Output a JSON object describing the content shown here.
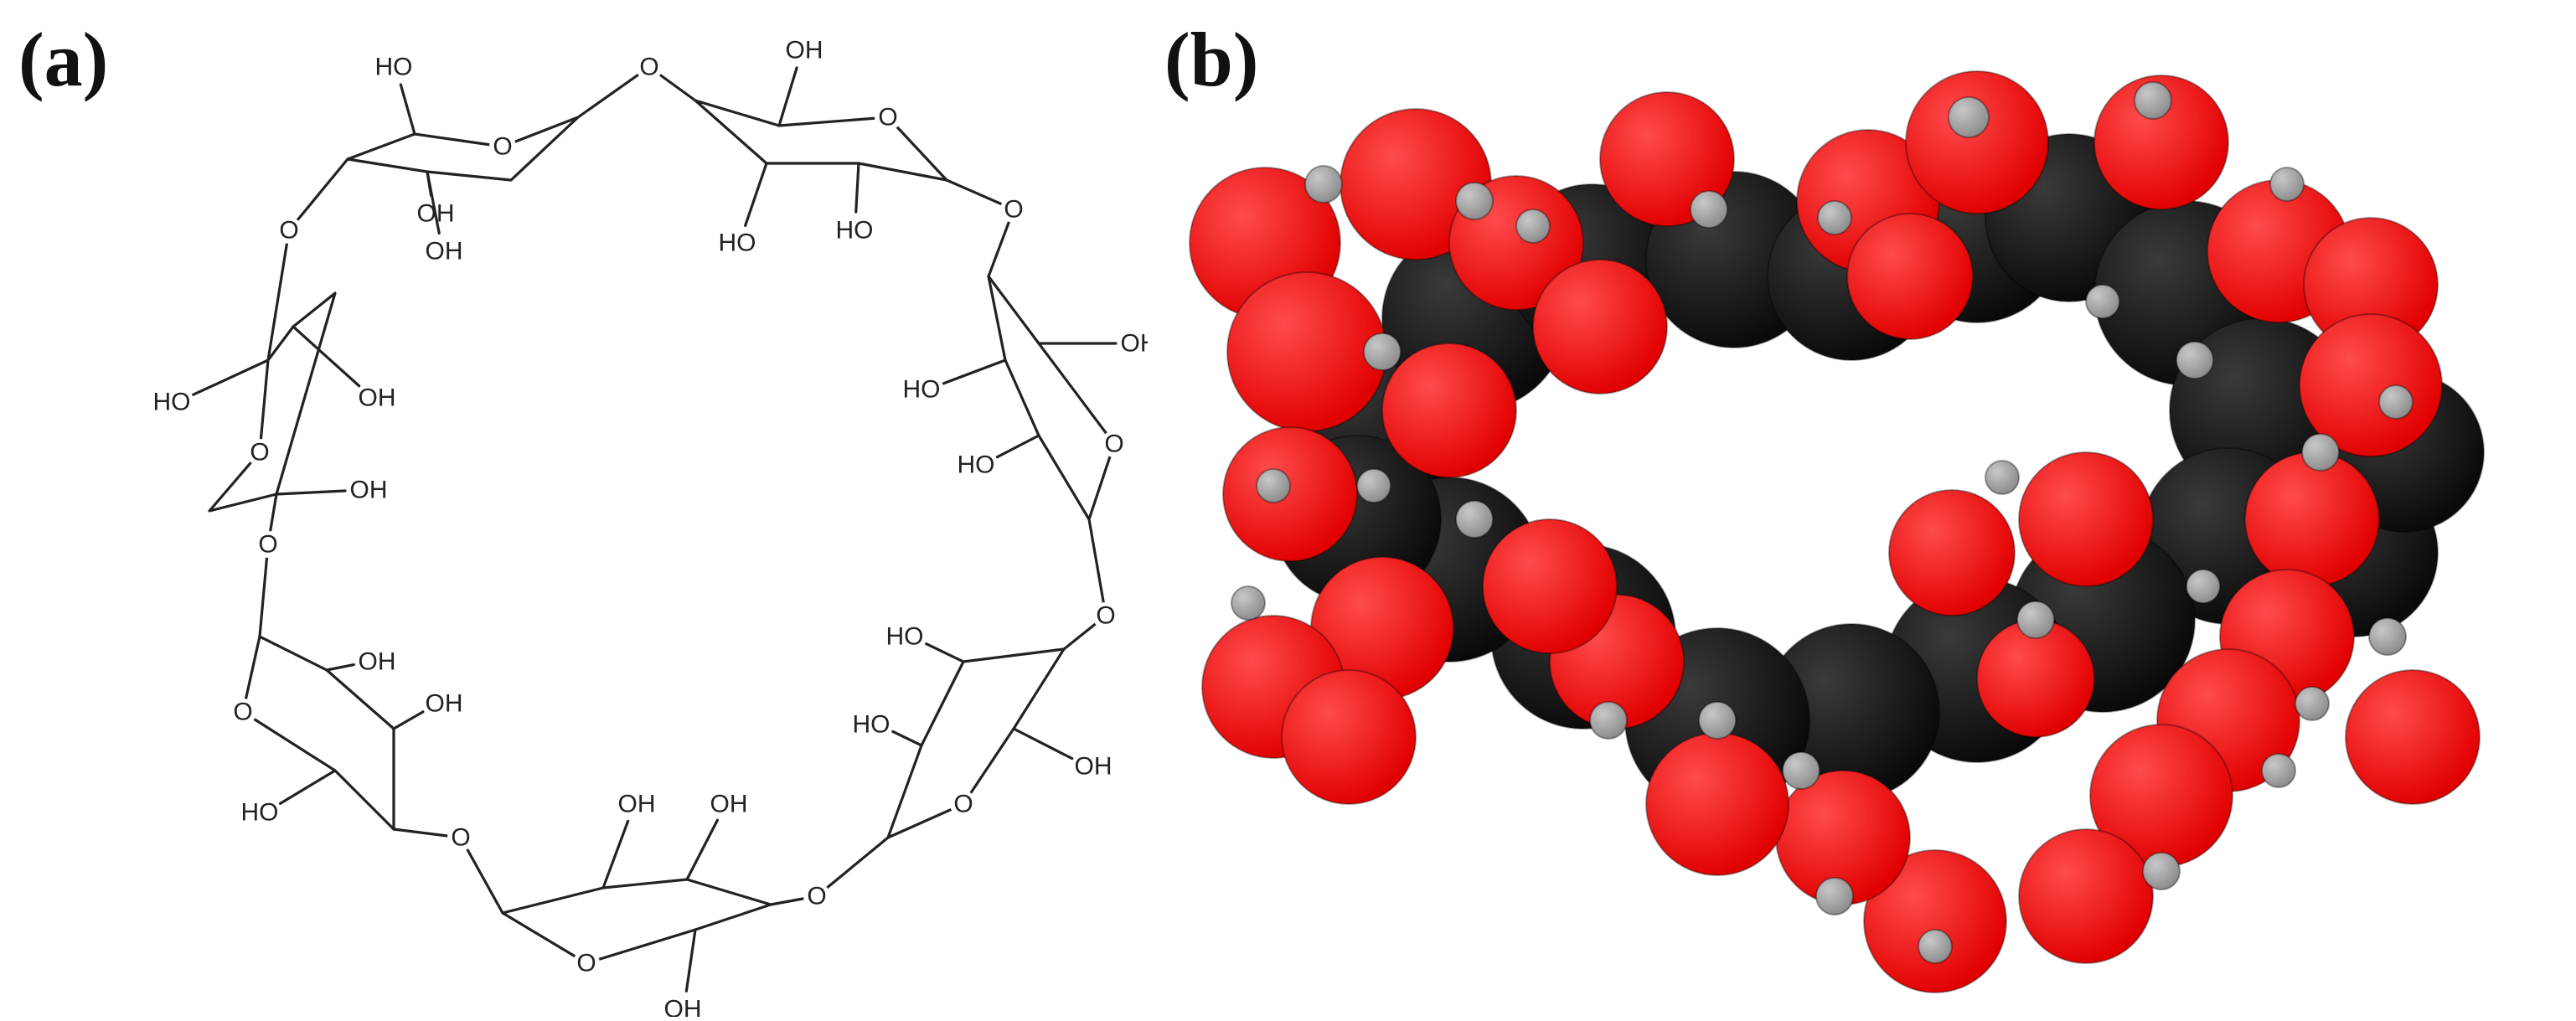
{
  "panel_a": {
    "label": "(a)",
    "ring_oxygen_symbol": "O",
    "hydroxyl_labels": [
      "HO",
      "OH"
    ]
  },
  "panel_b": {
    "label": "(b)",
    "atom_colors": {
      "oxygen": "#e10000",
      "carbon": "#0a0a0a",
      "hydrogen": "#8c8c8c"
    }
  }
}
